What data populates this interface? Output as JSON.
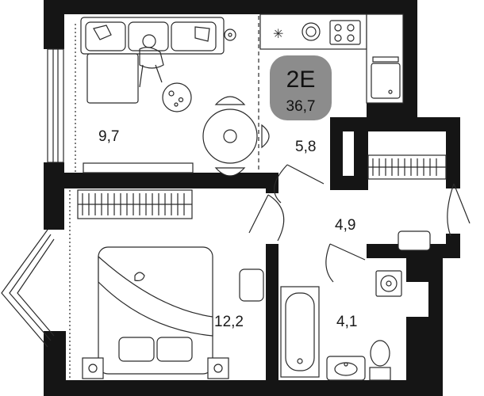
{
  "apartment": {
    "type": "2E",
    "total_area": "36,7",
    "badge_color": "#8c8c8c"
  },
  "rooms": [
    {
      "id": "living",
      "area": "9,7"
    },
    {
      "id": "kitchen",
      "area": "5,8"
    },
    {
      "id": "hall",
      "area": "4,9"
    },
    {
      "id": "bedroom",
      "area": "12,2"
    },
    {
      "id": "bathroom",
      "area": "4,1"
    }
  ],
  "colors": {
    "wall": "#151515",
    "line": "#2a2a2a",
    "background": "#ffffff"
  }
}
